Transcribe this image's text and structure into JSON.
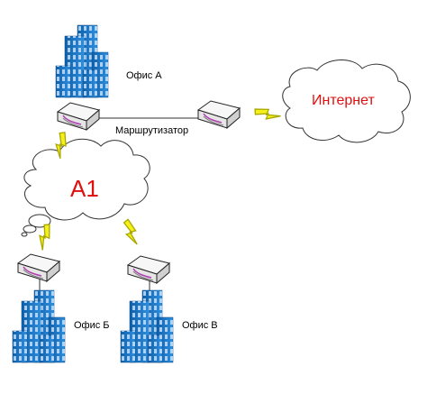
{
  "labels": {
    "office_a": "Офис А",
    "office_b": "Офис Б",
    "office_v": "Офис В",
    "router": "Маршрутизатор",
    "internet": "Интернет",
    "a1": "А1"
  },
  "colors": {
    "building_dark": "#0f5fa8",
    "building_light": "#2f8fe0",
    "window": "#cfe6ff",
    "router_body": "#eeeeee",
    "router_stroke": "#222222",
    "router_accent": "#b040b0",
    "lightning_fill": "#f5f01a",
    "lightning_stroke": "#a8a800",
    "cloud_fill": "#ffffff",
    "cloud_stroke": "#333333",
    "red_text": "#e01010"
  },
  "icons": [
    "building-icon",
    "router-icon",
    "lightning-icon",
    "cloud-icon"
  ]
}
